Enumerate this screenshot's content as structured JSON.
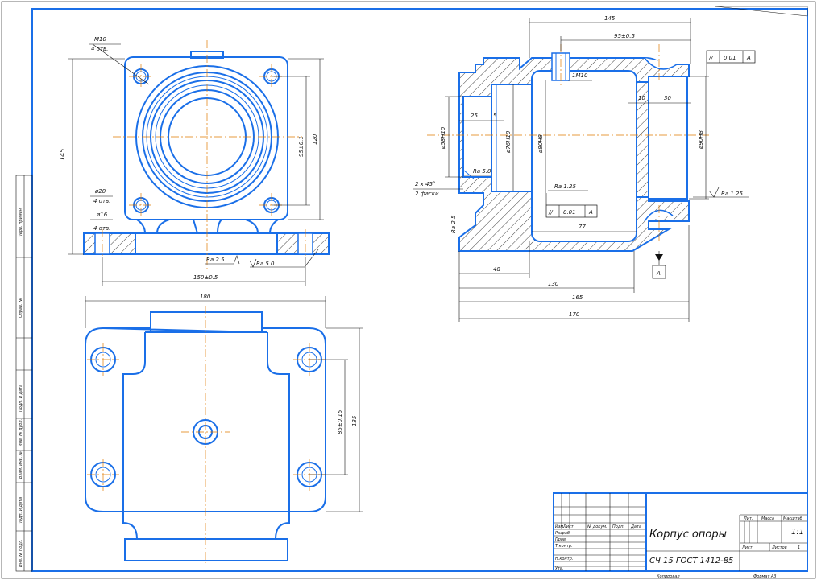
{
  "drawing": {
    "dims": {
      "m10": "M10",
      "m10_count": "4 отв.",
      "d20": "ø20",
      "d20_count": "4 отв.",
      "d16": "ø16",
      "d16_count": "4 отв.",
      "h145": "145",
      "h95": "95±0.1",
      "h120": "120",
      "w150": "150±0.5",
      "w180": "180",
      "h85": "85±0.15",
      "h135": "135",
      "ra25_front": "Ra 2.5",
      "ra50_front": "Ra 5.0",
      "s145": "145",
      "s95": "95±0.5",
      "s1m10": "1M10",
      "s25": "25",
      "s5": "5",
      "s10": "10",
      "s30": "30",
      "s58": "ø58H10",
      "s76": "ø76H10",
      "s80": "ø80H8",
      "s90": "ø90H8",
      "ra50_sec": "Ra 5.0",
      "ra125_a": "Ra 1.25",
      "ra125_b": "Ra 1.25",
      "ra25_sec": "Ra 2.5",
      "chamfer": "2 x 45°",
      "chamfer2": "2 фаски",
      "tol1": "0.01",
      "tol2": "0.01",
      "datum": "A",
      "datum_ref1": "A",
      "datum_ref2": "A",
      "s77": "77",
      "s48": "48",
      "s130": "130",
      "s165": "165",
      "s170": "170"
    },
    "title_block": {
      "name": "Корпус опоры",
      "material": "СЧ 15 ГОСТ 1412-85",
      "scale": "1:1",
      "col_lit": "Лит.",
      "col_mass": "Масса",
      "col_scale": "Масштаб",
      "sheet": "Лист",
      "sheets": "Листов",
      "sheets_n": "1",
      "izm": "Изм.",
      "list": "Лист",
      "ndoc": "№ докум.",
      "podp": "Подп.",
      "data": "Дата",
      "razrab": "Разраб.",
      "prov": "Пров.",
      "tkontr": "Т.контр.",
      "nkontr": "Н.контр.",
      "utv": "Утв.",
      "copied": "Копировал",
      "format": "Формат  А3"
    },
    "side_labels": [
      "Перв. примен.",
      "Справ. №",
      "Подп. и дата",
      "Инв. № дубл.",
      "Взам. инв. №",
      "Подп. и дата",
      "Инв. № подл."
    ]
  }
}
